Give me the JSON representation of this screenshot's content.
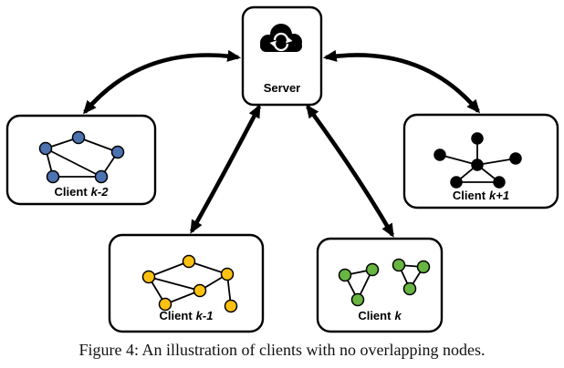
{
  "caption": "Figure 4: An illustration of clients with no overlapping nodes.",
  "server": {
    "label": "Server",
    "icon": "cloud-sync-icon"
  },
  "clients": {
    "k2": {
      "name": "Client",
      "suffix": "k-2",
      "color": "#4C72B0",
      "node_count": 5
    },
    "k1": {
      "name": "Client",
      "suffix": "k-1",
      "color": "#FFC110",
      "node_count": 6
    },
    "k": {
      "name": "Client",
      "suffix": "k",
      "color": "#68B542",
      "node_count": 6
    },
    "kp1": {
      "name": "Client",
      "suffix": "k+1",
      "color": "#000000",
      "node_count": 6
    }
  },
  "colors": {
    "edge": "#000000",
    "arrow": "#000000",
    "box_stroke": "#000000",
    "background": "#FFFFFF"
  }
}
